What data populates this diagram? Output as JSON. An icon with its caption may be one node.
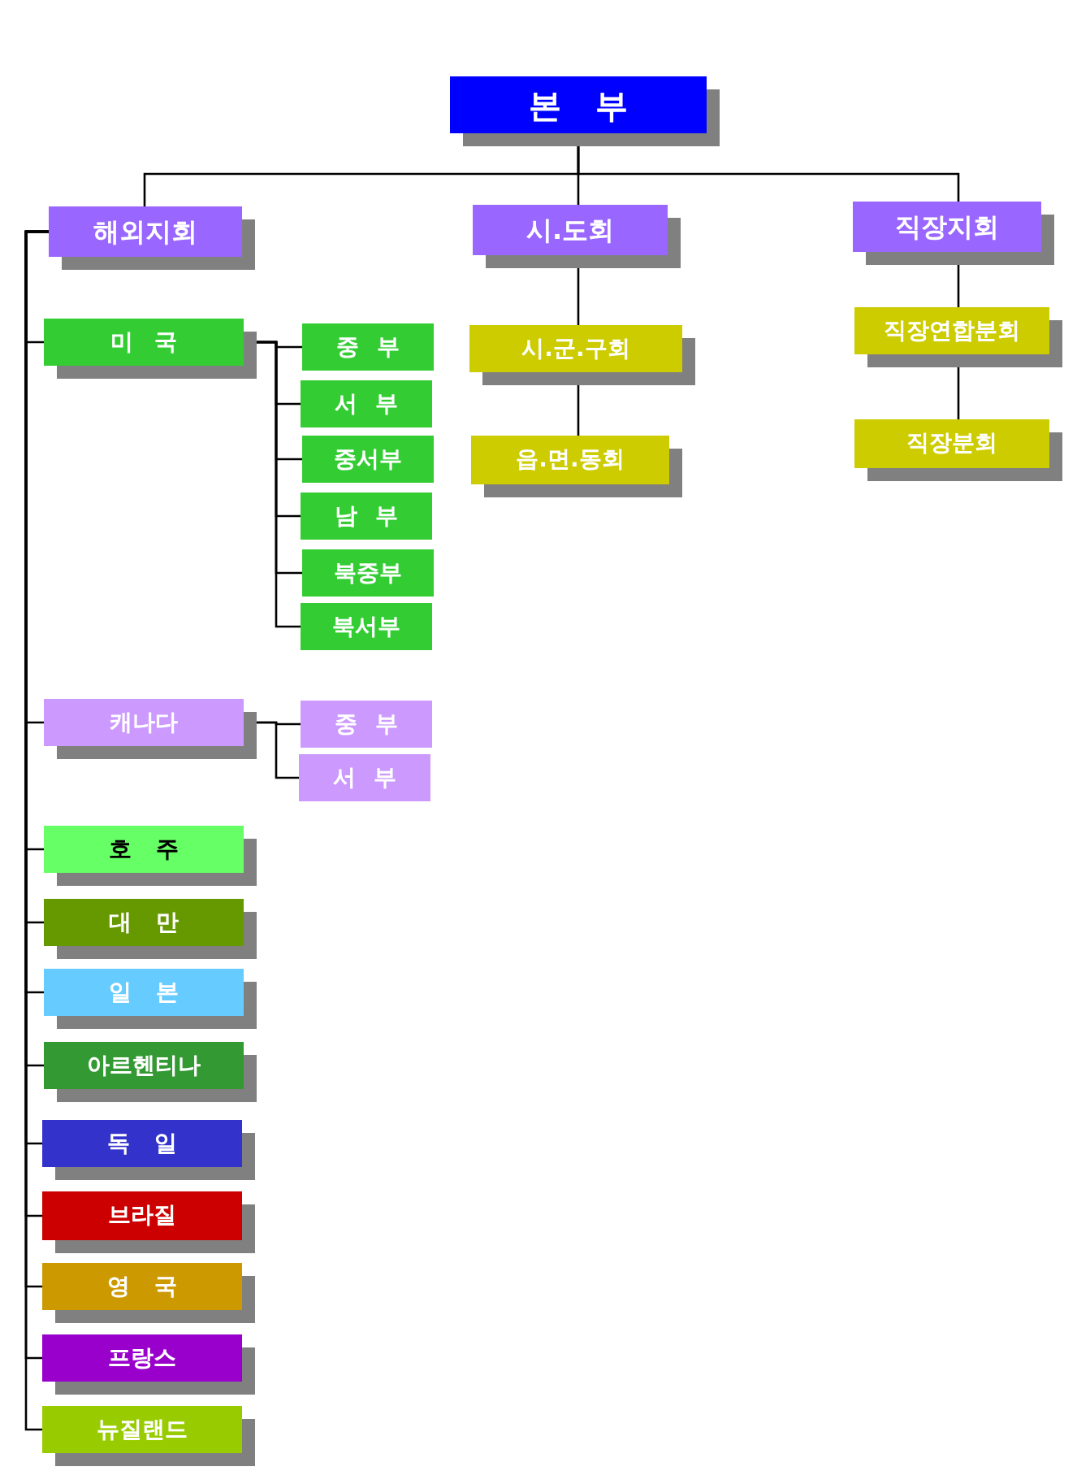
{
  "diagram": {
    "nodes": [
      {
        "text": [
          "본 부"
        ]
      },
      {
        "text": [
          "해외지회"
        ]
      },
      {
        "text": [
          "시.도회"
        ]
      },
      {
        "text": [
          "직장지회"
        ]
      },
      {
        "text": [
          "미 국"
        ]
      },
      {
        "text": [
          "중 부"
        ]
      },
      {
        "text": [
          "서 부"
        ]
      },
      {
        "text": [
          "중서부"
        ]
      },
      {
        "text": [
          "남 부"
        ]
      },
      {
        "text": [
          "북중부"
        ]
      },
      {
        "text": [
          "북서부"
        ]
      },
      {
        "text": [
          "캐나다"
        ]
      },
      {
        "text": [
          "중 부"
        ]
      },
      {
        "text": [
          "서 부"
        ]
      },
      {
        "text": [
          "호 주"
        ]
      },
      {
        "text": [
          "대 만"
        ]
      },
      {
        "text": [
          "일 본"
        ]
      },
      {
        "text": [
          "아르헨티나"
        ]
      },
      {
        "text": [
          "독 일"
        ]
      },
      {
        "text": [
          "브라질"
        ]
      },
      {
        "text": [
          "영 국"
        ]
      },
      {
        "text": [
          "프랑스"
        ]
      },
      {
        "text": [
          "뉴질랜드"
        ]
      },
      {
        "text": [
          "시.군.구회"
        ]
      },
      {
        "text": [
          "읍.면.동회"
        ]
      },
      {
        "text": [
          "직장연합분회"
        ]
      },
      {
        "text": [
          "직장분회"
        ]
      }
    ],
    "edges": [
      {
        "from": 0,
        "to": 1,
        "arrow": "none"
      },
      {
        "from": 0,
        "to": 2,
        "arrow": "none"
      },
      {
        "from": 0,
        "to": 3,
        "arrow": "none"
      },
      {
        "from": 1,
        "to": 4,
        "arrow": "none"
      },
      {
        "from": 1,
        "to": 11,
        "arrow": "none"
      },
      {
        "from": 1,
        "to": 14,
        "arrow": "none"
      },
      {
        "from": 1,
        "to": 15,
        "arrow": "none"
      },
      {
        "from": 1,
        "to": 16,
        "arrow": "none"
      },
      {
        "from": 1,
        "to": 17,
        "arrow": "none"
      },
      {
        "from": 1,
        "to": 18,
        "arrow": "none"
      },
      {
        "from": 1,
        "to": 19,
        "arrow": "none"
      },
      {
        "from": 1,
        "to": 20,
        "arrow": "none"
      },
      {
        "from": 1,
        "to": 21,
        "arrow": "none"
      },
      {
        "from": 1,
        "to": 22,
        "arrow": "none"
      },
      {
        "from": 4,
        "to": 5,
        "arrow": "none"
      },
      {
        "from": 4,
        "to": 6,
        "arrow": "none"
      },
      {
        "from": 4,
        "to": 7,
        "arrow": "none"
      },
      {
        "from": 4,
        "to": 8,
        "arrow": "none"
      },
      {
        "from": 4,
        "to": 9,
        "arrow": "none"
      },
      {
        "from": 4,
        "to": 10,
        "arrow": "none"
      },
      {
        "from": 11,
        "to": 12,
        "arrow": "none"
      },
      {
        "from": 11,
        "to": 13,
        "arrow": "none"
      },
      {
        "from": 2,
        "to": 23,
        "arrow": "none"
      },
      {
        "from": 23,
        "to": 24,
        "arrow": "none"
      },
      {
        "from": 3,
        "to": 25,
        "arrow": "none"
      },
      {
        "from": 25,
        "to": 26,
        "arrow": "none"
      }
    ]
  }
}
